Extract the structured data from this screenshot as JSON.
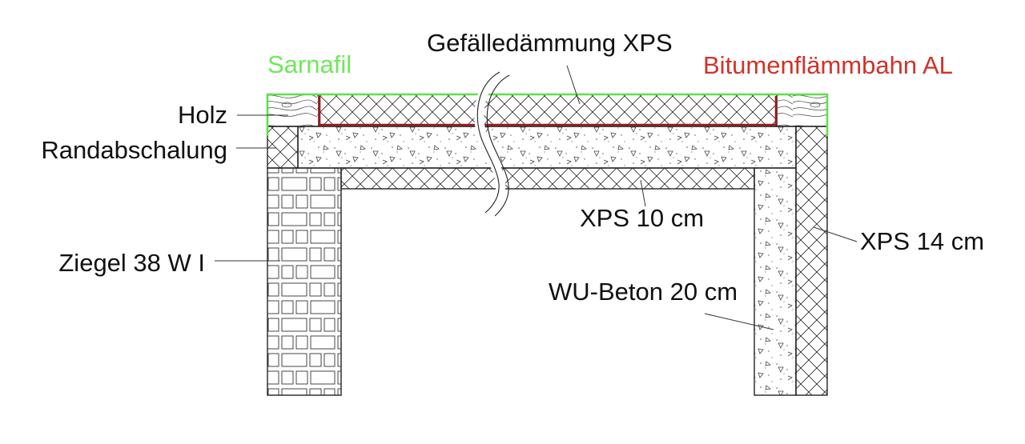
{
  "labels": {
    "sarnafil": "Sarnafil",
    "gefaelledaemmung": "Gefälledämmung XPS",
    "bitumen": "Bitumenflämmbahn AL",
    "holz": "Holz",
    "randabschalung": "Randabschalung",
    "ziegel": "Ziegel 38 W I",
    "xps10": "XPS 10 cm",
    "xps14": "XPS 14 cm",
    "wubeton": "WU-Beton 20 cm"
  },
  "colors": {
    "sarnafil_membrane": "#5fe04a",
    "bitumen_membrane": "#a11a1a",
    "line": "#222222",
    "background": "#ffffff"
  },
  "materials": {
    "xps": "cross-hatch",
    "concrete": "stipple-with-aggregate",
    "brick": "masonry-bond",
    "wood": "wood-grain"
  }
}
